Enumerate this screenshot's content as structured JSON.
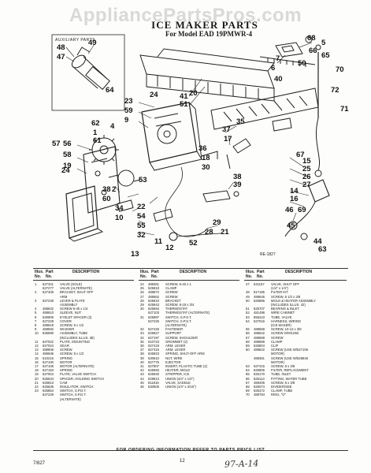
{
  "watermark": "AppliancePartsPros.com",
  "header": {
    "title": "ICE MAKER PARTS",
    "subtitle": "For Model EAD 19PMWR-4",
    "aux_label": "AUXILIARY PARTS"
  },
  "figure_code": "RE-1827",
  "callouts": [
    "68",
    "5",
    "66",
    "65",
    "48",
    "47",
    "49",
    "50",
    "7",
    "6",
    "70",
    "64",
    "24",
    "40",
    "72",
    "20",
    "41",
    "51",
    "23",
    "59",
    "9",
    "35",
    "71",
    "4",
    "62",
    "1",
    "61",
    "56",
    "58",
    "37",
    "17",
    "57",
    "19",
    "67",
    "36",
    "18",
    "30",
    "38",
    "15",
    "24",
    "25",
    "26",
    "27",
    "53",
    "2",
    "39",
    "38",
    "14",
    "16",
    "60",
    "46",
    "69",
    "34",
    "10",
    "22",
    "54",
    "55",
    "32",
    "28",
    "29",
    "21",
    "11",
    "45",
    "12",
    "52",
    "13",
    "44",
    "63"
  ],
  "table": {
    "col_headers": {
      "illus_no": "Illus.\nNo.",
      "part_no": "Part\nNo.",
      "description": "DESCRIPTION"
    },
    "columns": [
      [
        [
          "1",
          "627341",
          "VALVE (SOLE)"
        ],
        [
          "",
          "627277",
          "VALVE (ALTERNATE)"
        ],
        [
          "2",
          "627409",
          "BRACKET, SHUT OFF"
        ],
        [
          "",
          "",
          "ARM"
        ],
        [
          "3",
          "627248",
          "LEVER & PLATE"
        ],
        [
          "",
          "",
          "ASSEMBLY"
        ],
        [
          "4",
          "488632",
          "SCREW 6-40 x 1/4"
        ],
        [
          "5",
          "488610",
          "SLEEVE, NUT"
        ],
        [
          "6",
          "530906",
          "EYELET SPACER (3)"
        ],
        [
          "7",
          "627228",
          "COVER"
        ],
        [
          "8",
          "488619",
          "SCREW, 8 x 1/2"
        ],
        [
          "9",
          "488592",
          "WASHER"
        ],
        [
          "10",
          "836690",
          "ASSEMBLY, TUBE"
        ],
        [
          "",
          "",
          "(INCLUDES ILLUS. 38)"
        ],
        [
          "11",
          "627022",
          "PLATE, MOUNTING"
        ],
        [
          "12",
          "627024",
          "GEAR"
        ],
        [
          "13",
          "488606",
          "SCREW"
        ],
        [
          "14",
          "486636",
          "SCREW, 8 x 1/2"
        ],
        [
          "15",
          "510216",
          "SPRING"
        ],
        [
          "16",
          "627100",
          "MOTOR"
        ],
        [
          "17",
          "627106",
          "MOTOR (ALTERNATE)"
        ],
        [
          "18",
          "627153",
          "SPRING"
        ],
        [
          "19",
          "627004",
          "PLATE, VALVE SWITCH"
        ],
        [
          "20",
          "625634",
          "SPACER, HOLDING SWITCH"
        ],
        [
          "21",
          "625813",
          "CAM"
        ],
        [
          "22",
          "625635",
          "INSULATOR, SWITCH"
        ],
        [
          "23",
          "625854",
          "SWITCH, S.P.D.T."
        ],
        [
          "",
          "627229",
          "SWITCH, S.P.D.T."
        ],
        [
          "",
          "",
          "(ALTERNATE)"
        ]
      ],
      [
        [
          "24",
          "488361",
          "SCREW, 6-40 x 1"
        ],
        [
          "25",
          "625819",
          "CLAMP"
        ],
        [
          "26",
          "488872",
          "SCREW"
        ],
        [
          "27",
          "488562",
          "SCREW"
        ],
        [
          "28",
          "625810",
          "BRACKET"
        ],
        [
          "29",
          "625843",
          "SCREW, 8-18 x 3/4"
        ],
        [
          "30",
          "625694",
          "THERMOSTAT"
        ],
        [
          "",
          "627103",
          "THERMOSTAT (ALTERNATE)"
        ],
        [
          "31",
          "625997",
          "SWITCH, S.P.S.T."
        ],
        [
          "",
          "627225",
          "SWITCH, S.P.S.T."
        ],
        [
          "",
          "",
          "(ALTERNATE)"
        ],
        [
          "32",
          "627425",
          "FASTENER"
        ],
        [
          "33",
          "625827",
          "SUPPORT"
        ],
        [
          "34",
          "627197",
          "SCREW, SHOULDER"
        ],
        [
          "35",
          "510723",
          "GROMMET (2)"
        ],
        [
          "36",
          "627419",
          "ARM, LEVER"
        ],
        [
          "37",
          "627415",
          "ARM, LEVER"
        ],
        [
          "38",
          "625823",
          "SPRING, SHUT-OFF ARM"
        ],
        [
          "39",
          "530610",
          "NUT, WIRE"
        ],
        [
          "40",
          "627775",
          "EJECTOR"
        ],
        [
          "41",
          "627807",
          "INSERT, PLASTIC TUBE (2)"
        ],
        [
          "42",
          "625693",
          "HEATER, MOLD"
        ],
        [
          "43",
          "625940",
          "STRIPPER, ICE"
        ],
        [
          "44",
          "529813",
          "UNION (4/4\" x 1/4\")"
        ],
        [
          "45",
          "811816",
          "VALVE, SADDLE"
        ],
        [
          "46",
          "530505",
          "UNION (1/4\" x 3/16\")"
        ]
      ],
      [
        [
          "47",
          "541157",
          "VALVE, SHUT OFF"
        ],
        [
          "",
          "",
          "(1/4\" x 1/4\")"
        ],
        [
          "48",
          "817165",
          "FILTER KIT"
        ],
        [
          "49",
          "488646",
          "SCREW, 8 1/2 x 3/8"
        ],
        [
          "50",
          "625856",
          "MOLD & HEATER ASSEMBLY"
        ],
        [
          "",
          "",
          "(INCLUDES ILLUS. 42)"
        ],
        [
          "51",
          "625707",
          "BEARING & INLET"
        ],
        [
          "52",
          "481498",
          "WIRE CABINET"
        ],
        [
          "53",
          "856243",
          "TUBE, VALVE"
        ],
        [
          "54",
          "627016",
          "HARNESS, WIRING"
        ],
        [
          "",
          "",
          "(ICE MAKER)"
        ],
        [
          "55",
          "488558",
          "SCREW, 10-12 x 3/8"
        ],
        [
          "56",
          "488542",
          "SCREW GROUND"
        ],
        [
          "57",
          "488569",
          "SCREW"
        ],
        [
          "58",
          "488689",
          "CLAMP"
        ],
        [
          "59",
          "625804",
          "CLIP"
        ],
        [
          "60",
          "488622",
          "SCREW (USE W/627106"
        ],
        [
          "",
          "",
          "MOTOR)"
        ],
        [
          "",
          "488361",
          "SCREW (USE W/625846"
        ],
        [
          "",
          "",
          "MOTOR)"
        ],
        [
          "63",
          "627415",
          "SCREW, 8 x 3/8"
        ],
        [
          "64",
          "625806",
          "FILTER, REPLACEMENT"
        ],
        [
          "65",
          "625170",
          "TUBE, INLET"
        ],
        [
          "66",
          "625113",
          "FITTING, WATER TUBE"
        ],
        [
          "67",
          "488405",
          "SCREW, 8 x 3/8"
        ],
        [
          "68",
          "625074",
          "DIVIDER/SEE"
        ],
        [
          "69",
          "625472",
          "CLAMP, TUBE"
        ],
        [
          "70",
          "488784",
          "RING, \"O\""
        ]
      ]
    ]
  },
  "footer_note": "FOR ORDERING INFORMATION REFER TO PARTS PRICE LIST",
  "page_code": "7/827",
  "page_number": "12",
  "handwritten": "97-A-14"
}
